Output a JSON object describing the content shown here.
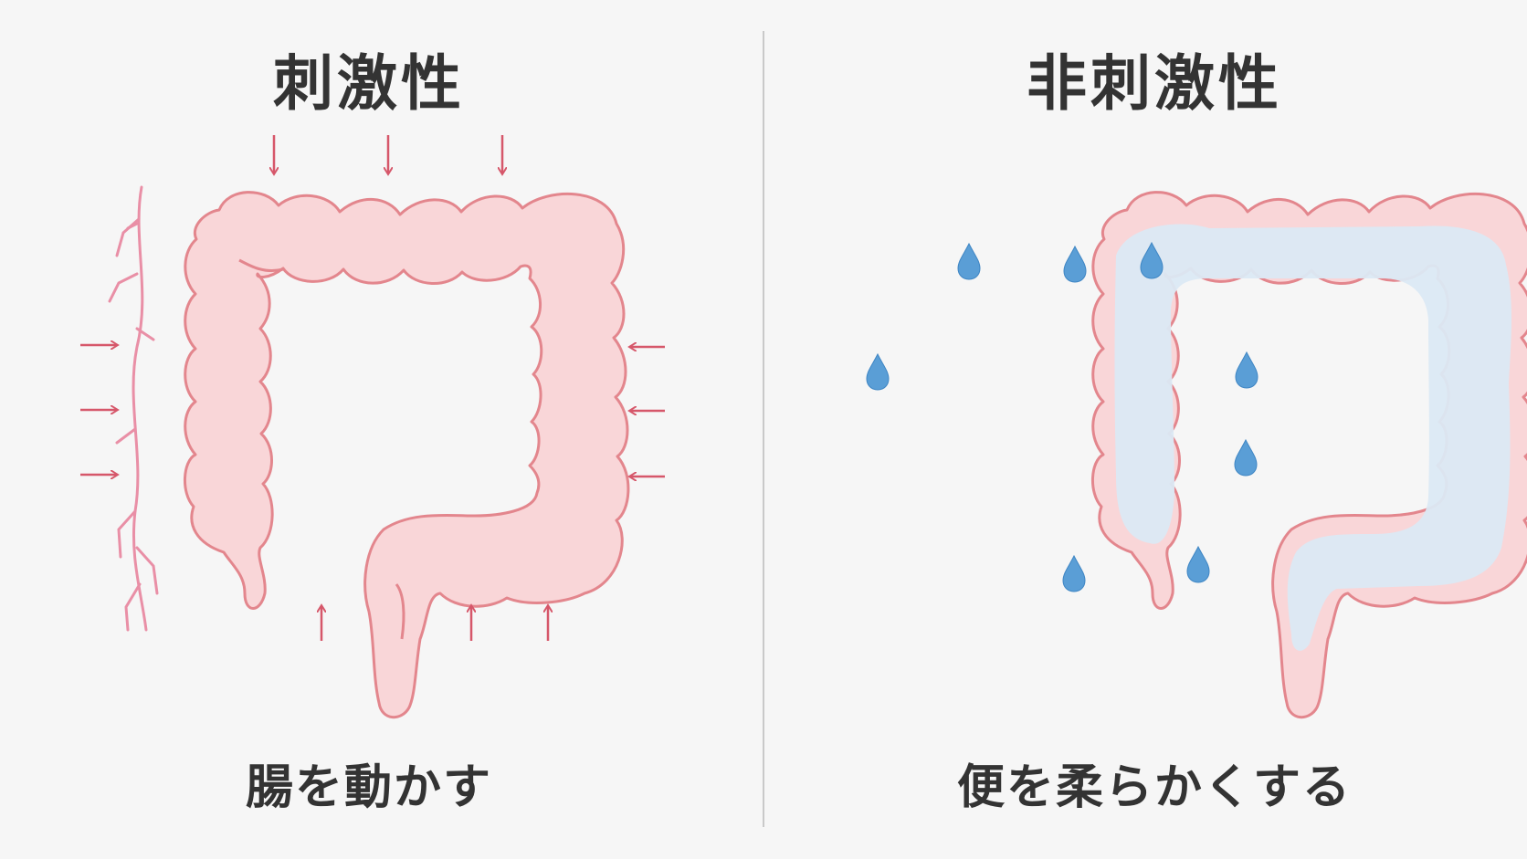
{
  "left_panel": {
    "title": "刺激性",
    "caption": "腸を動かす"
  },
  "right_panel": {
    "title": "非刺激性",
    "caption": "便を柔らかくする"
  },
  "colors": {
    "background": "#f6f6f6",
    "colon_fill": "#f9d6d8",
    "colon_outline": "#e3868d",
    "arrow": "#d6576a",
    "nerve": "#e98fa6",
    "stool_fill": "#dbe9f4",
    "droplet": "#5a9ed6",
    "text": "#333333",
    "divider": "#c9c9c9"
  },
  "icons": [
    "arrow-icon",
    "nerve-icon",
    "water-droplet-icon",
    "colon-icon"
  ]
}
